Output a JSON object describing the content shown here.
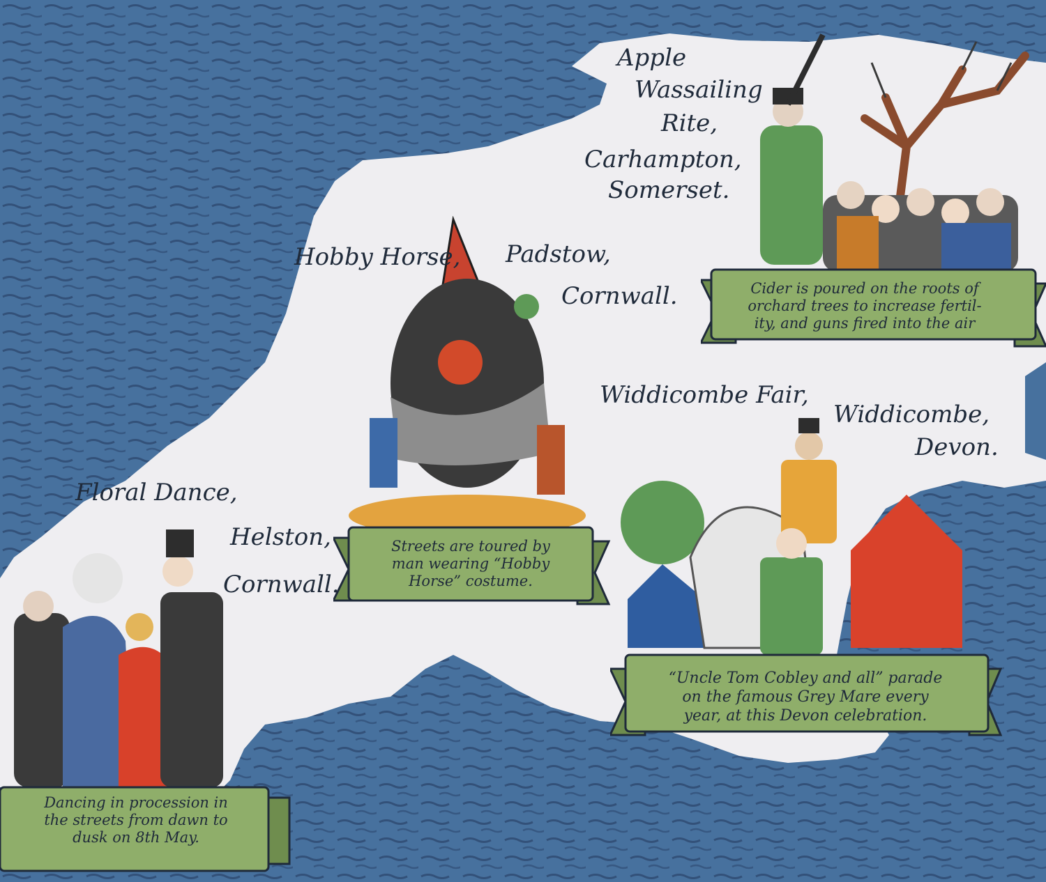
{
  "places": {
    "apple_wassailing": [
      "Apple",
      "Wassailing",
      "Rite,",
      "Carhampton,",
      "Somerset."
    ],
    "hobby_horse_name": "Hobby Horse,",
    "padstow": "Padstow,",
    "hobby_horse_county": "Cornwall.",
    "widdicombe_fair": "Widdicombe Fair,",
    "widdicombe": "Widdicombe,",
    "devon": "Devon.",
    "floral_dance": "Floral Dance,",
    "helston": "Helston,",
    "floral_county": "Cornwall."
  },
  "banners": {
    "apple": [
      "Cider is poured on the roots of",
      "orchard trees to increase fertil-",
      "ity, and guns fired into the air"
    ],
    "hobby": [
      "Streets are toured by",
      "man wearing “Hobby",
      "Horse” costume."
    ],
    "widdicombe": [
      "“Uncle Tom Cobley and all” parade",
      "on the famous Grey Mare every",
      "year, at this Devon celebration."
    ],
    "floral": [
      "Dancing in procession in",
      "the streets from dawn to",
      "dusk on 8th May."
    ]
  },
  "colors": {
    "sea": "#47719e",
    "land": "#efeef1",
    "banner_green": "#8fae6a",
    "ink": "#1f2a3a"
  }
}
